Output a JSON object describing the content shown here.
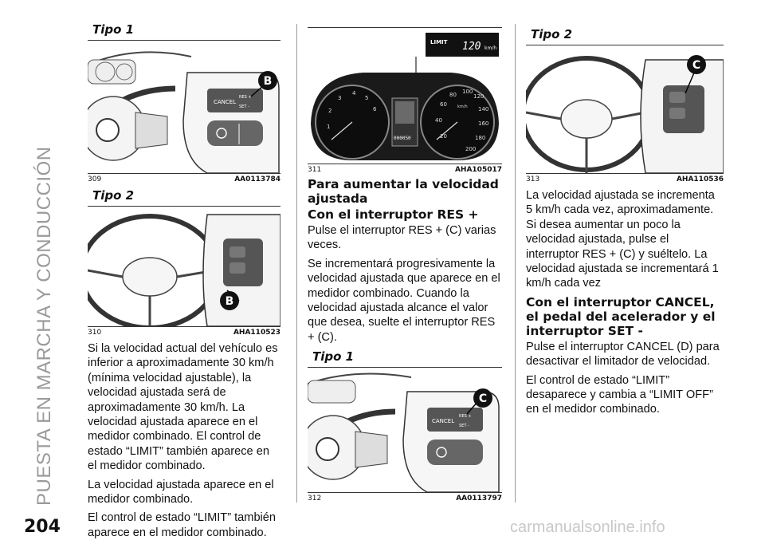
{
  "side_title": "PUESTA EN MARCHA Y CONDUCCIÓN",
  "page_number": "204",
  "watermark": "carmanualsonline.info",
  "col1": {
    "fig309": {
      "title": "Tipo 1",
      "num": "309",
      "code": "AA0113784",
      "badge": "B",
      "labels": [
        "CANCEL",
        "RES +",
        "SET -"
      ]
    },
    "fig310": {
      "title": "Tipo 2",
      "num": "310",
      "code": "AHA110523",
      "badge": "B"
    },
    "paragraphs": [
      "Si la velocidad actual del vehículo es inferior a aproximadamente 30 km/h (mínima velocidad ajustable), la velocidad ajustada será de aproximadamente 30 km/h. La velocidad ajustada aparece en el medidor combinado. El control de estado “LIMIT” también aparece en el medidor combinado.",
      "La velocidad ajustada aparece en el medidor combinado.",
      "El control de estado “LIMIT” también aparece en el medidor combinado."
    ]
  },
  "col2": {
    "fig311": {
      "num": "311",
      "code": "AHA105017",
      "limit_label": "LIMIT",
      "limit_speed": "120",
      "limit_unit": "km/h",
      "odo": "000050",
      "speed_unit": "km/h"
    },
    "heading1": "Para aumentar la velocidad ajustada",
    "heading2": "Con el interruptor RES +",
    "paragraphs": [
      "Pulse el interruptor RES + (C) varias veces.",
      "Se incrementará progresivamente la velocidad ajustada que aparece en el medidor combinado. Cuando la velocidad ajustada alcance el valor que desea, suelte el interruptor RES + (C)."
    ],
    "fig312": {
      "title": "Tipo 1",
      "num": "312",
      "code": "AA0113797",
      "badge": "C",
      "labels": [
        "CANCEL",
        "RES +",
        "SET -"
      ]
    }
  },
  "col3": {
    "fig313": {
      "title": "Tipo 2",
      "num": "313",
      "code": "AHA110536",
      "badge": "C"
    },
    "paragraph1": "La velocidad ajustada se incrementa 5 km/h cada vez, aproximadamente. Si desea aumentar un poco la velocidad ajustada, pulse el interruptor RES + (C) y suéltelo. La velocidad ajustada se incrementará 1 km/h cada vez",
    "heading": "Con el interruptor CANCEL, el pedal del acelerador y el interruptor SET -",
    "paragraphs": [
      "Pulse el interruptor CANCEL (D) para desactivar el limitador de velocidad.",
      "El control de estado “LIMIT” desaparece y cambia a “LIMIT OFF” en el medidor combinado."
    ]
  }
}
